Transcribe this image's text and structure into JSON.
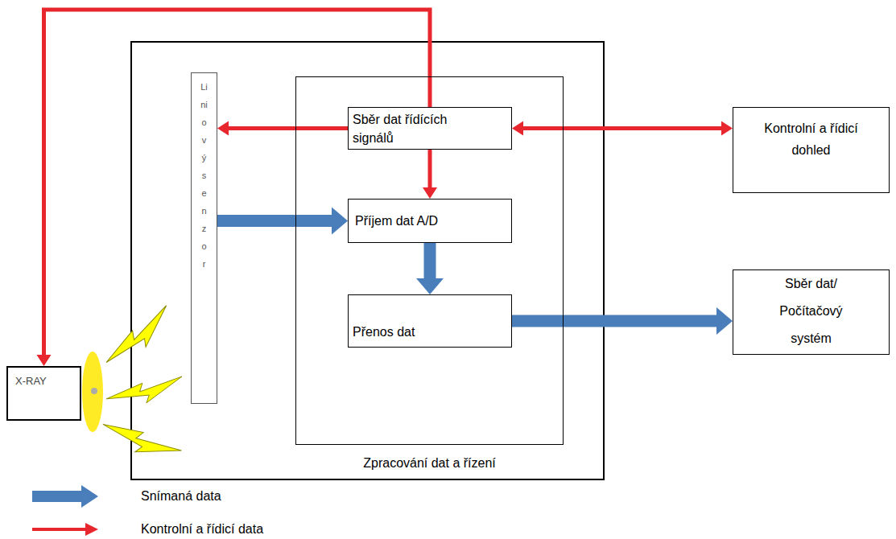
{
  "diagram": {
    "nodes": [
      {
        "text": [
          "X-RAY"
        ]
      },
      {
        "text": [
          "Liniový senzor"
        ]
      },
      {
        "text": [
          "Zpracování dat a řízení"
        ]
      },
      {
        "text": [
          "Sběr dat řídících signálů"
        ],
        "in": 2
      },
      {
        "text": [
          "Příjem dat A/D"
        ],
        "in": 2
      },
      {
        "text": [
          "Přenos dat"
        ],
        "in": 2
      },
      {
        "text": [
          "Kontrolní a řídicí dohled"
        ]
      },
      {
        "text": [
          "Sběr dat/ Počítačový systém"
        ]
      }
    ],
    "edges": [
      {
        "from": 3,
        "to": 1,
        "arrow": "to"
      },
      {
        "from": 3,
        "to": 0,
        "arrow": "to"
      },
      {
        "from": 3,
        "to": 6,
        "arrow": "both"
      },
      {
        "from": 3,
        "to": 4,
        "arrow": "to"
      },
      {
        "from": 1,
        "to": 4,
        "arrow": "to"
      },
      {
        "from": 4,
        "to": 5,
        "arrow": "to"
      },
      {
        "from": 5,
        "to": 7,
        "arrow": "to"
      }
    ],
    "legend": [
      {
        "text": "Snímaná data",
        "color": "#4a7ebb"
      },
      {
        "text": "Kontrolní a řídicí data",
        "color": "#e8262d"
      }
    ]
  }
}
